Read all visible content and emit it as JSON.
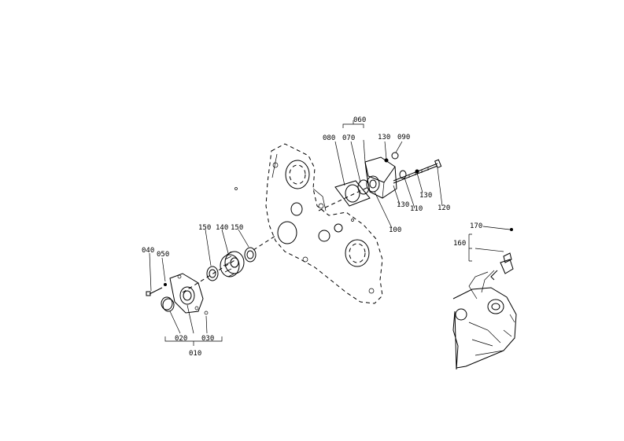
{
  "labels": {
    "p060": "060",
    "p080": "080",
    "p070": "070",
    "p130a": "130",
    "p090": "090",
    "p130b": "130",
    "p130c": "130",
    "p110": "110",
    "p120": "120",
    "p100": "100",
    "p150a": "150",
    "p140": "140",
    "p150b": "150",
    "p040": "040",
    "p050": "050",
    "p020": "020",
    "p030": "030",
    "p010": "010",
    "p170": "170",
    "p160": "160"
  }
}
